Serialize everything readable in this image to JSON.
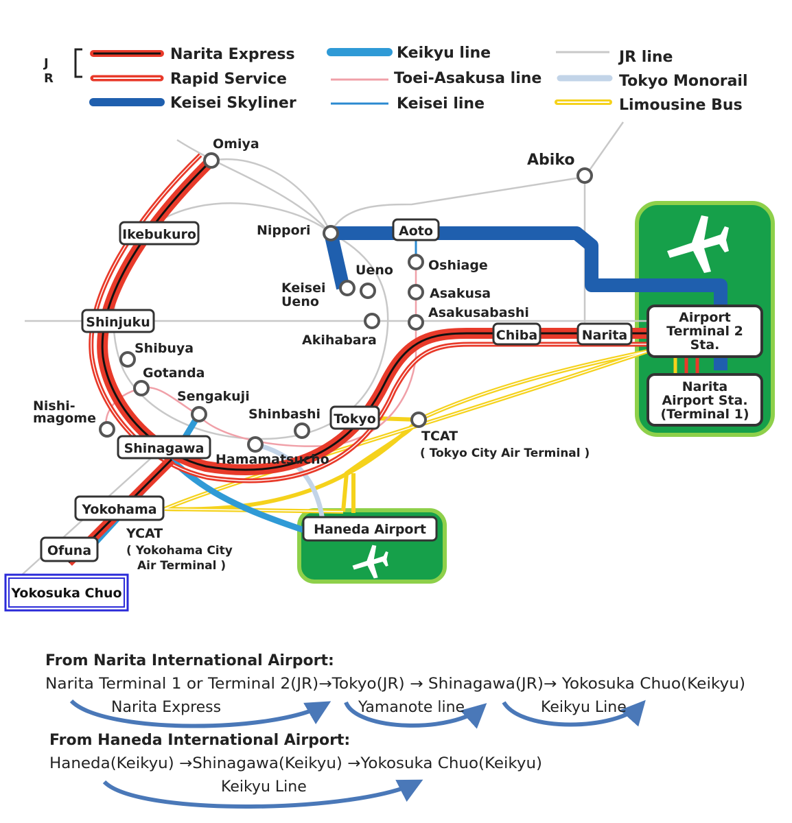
{
  "legend": {
    "jr_mark": "J R",
    "items": [
      {
        "key": "narita_express",
        "label": "Narita Express"
      },
      {
        "key": "rapid_service",
        "label": "Rapid Service"
      },
      {
        "key": "keisei_skyliner",
        "label": "Keisei Skyliner"
      },
      {
        "key": "keikyu_line",
        "label": "Keikyu line"
      },
      {
        "key": "toei_asakusa",
        "label": "Toei-Asakusa line"
      },
      {
        "key": "keisei_line",
        "label": "Keisei line"
      },
      {
        "key": "jr_line",
        "label": "JR line"
      },
      {
        "key": "tokyo_monorail",
        "label": "Tokyo Monorail"
      },
      {
        "key": "limousine_bus",
        "label": "Limousine Bus"
      }
    ]
  },
  "colors": {
    "narita_express": "#e83a2a",
    "rapid_service": "#e83a2a",
    "keisei_skyliner": "#1f5fae",
    "keikyu_line": "#2f9ad6",
    "toei_asakusa": "#f0a0a8",
    "keisei_line": "#2a8ad0",
    "jr_line": "#c8c8c8",
    "tokyo_monorail": "#c2d4e8",
    "limousine_bus": "#f5d21c",
    "airport_green": "#16a04a",
    "airport_border": "#8ed04a",
    "highlight_blue": "#2a2ad8"
  },
  "stations": {
    "omiya": "Omiya",
    "ikebukuro": "Ikebukuro",
    "nippori": "Nippori",
    "aoto": "Aoto",
    "abiko": "Abiko",
    "oshiage": "Oshiage",
    "ueno": "Ueno",
    "keisei_ueno_1": "Keisei",
    "keisei_ueno_2": "Ueno",
    "asakusa": "Asakusa",
    "asakusabashi": "Asakusabashi",
    "shinjuku": "Shinjuku",
    "akihabara": "Akihabara",
    "chiba": "Chiba",
    "narita": "Narita",
    "shibuya": "Shibuya",
    "gotanda": "Gotanda",
    "sengakuji": "Sengakuji",
    "nishimagome_1": "Nishi-",
    "nishimagome_2": "magome",
    "shinbashi": "Shinbashi",
    "tokyo": "Tokyo",
    "tcat": "TCAT",
    "tcat_full": "( Tokyo City Air Terminal )",
    "shinagawa": "Shinagawa",
    "hamamatsucho": "Hamamatsucho",
    "yokohama": "Yokohama",
    "ycat": "YCAT",
    "ycat_full_1": "( Yokohama City",
    "ycat_full_2": "Air Terminal )",
    "ofuna": "Ofuna",
    "yokosuka_chuo": "Yokosuka Chuo",
    "haneda_airport": "Haneda Airport",
    "airport_t2_1": "Airport",
    "airport_t2_2": "Terminal 2",
    "airport_t2_3": "Sta.",
    "narita_airport_1": "Narita",
    "narita_airport_2": "Airport Sta.",
    "narita_airport_3": "(Terminal 1)"
  },
  "routes": {
    "narita": {
      "heading": "From Narita International Airport:",
      "path": "Narita Terminal 1 or Terminal 2(JR)→Tokyo(JR) → Shinagawa(JR)→ Yokosuka Chuo(Keikyu)",
      "legs": [
        "Narita Express",
        "Yamanote line",
        "Keikyu Line"
      ]
    },
    "haneda": {
      "heading": "From Haneda International Airport:",
      "path": "Haneda(Keikyu) →Shinagawa(Keikyu) →Yokosuka Chuo(Keikyu)",
      "legs": [
        "Keikyu Line"
      ]
    }
  }
}
